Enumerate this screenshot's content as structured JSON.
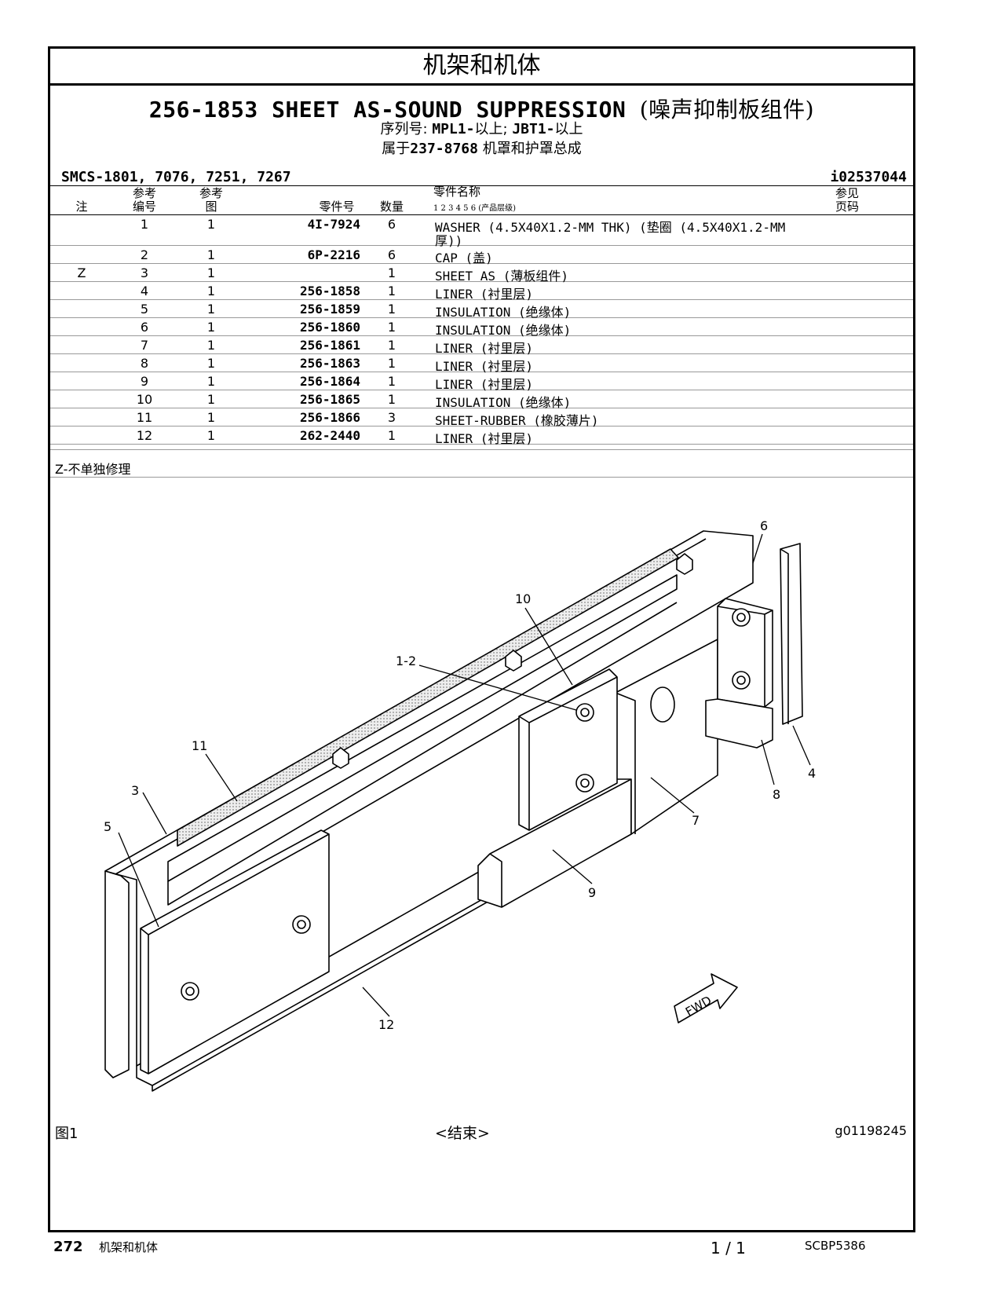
{
  "section_title": "机架和机体",
  "title": {
    "part_no": "256-1853",
    "name": "SHEET AS-SOUND SUPPRESSION",
    "name_cn": "(噪声抑制板组件)"
  },
  "serial_line": {
    "label": "序列号:",
    "s1": "MPL1-",
    "s1_suffix": "以上;",
    "s2": "JBT1-",
    "s2_suffix": "以上"
  },
  "belongs_line": {
    "prefix": "属于",
    "part_no": "237-8768",
    "suffix": "机罩和护罩总成"
  },
  "smcs": "SMCS-1801, 7076, 7251, 7267",
  "illustration_id": "i02537044",
  "table_headers": {
    "note": "注",
    "ref": "参考\n编号",
    "fig": "参考\n图",
    "part": "零件号",
    "qty": "数量",
    "name": "零件名称",
    "levels": "1 2 3 4 5 6 (产品层级)",
    "see_page": "参见\n页码"
  },
  "rows": [
    {
      "note": "",
      "ref": "1",
      "fig": "1",
      "pn": "4I-7924",
      "qty": "6",
      "name": "WASHER (4.5X40X1.2-MM THK) (垫圈 (4.5X40X1.2-MM",
      "name2": "厚))"
    },
    {
      "note": "",
      "ref": "2",
      "fig": "1",
      "pn": "6P-2216",
      "qty": "6",
      "name": "CAP (盖)"
    },
    {
      "note": "Z",
      "ref": "3",
      "fig": "1",
      "pn": "",
      "qty": "1",
      "name": "SHEET AS (薄板组件)"
    },
    {
      "note": "",
      "ref": "4",
      "fig": "1",
      "pn": "256-1858",
      "qty": "1",
      "name": "LINER (衬里层)"
    },
    {
      "note": "",
      "ref": "5",
      "fig": "1",
      "pn": "256-1859",
      "qty": "1",
      "name": "INSULATION (绝缘体)"
    },
    {
      "note": "",
      "ref": "6",
      "fig": "1",
      "pn": "256-1860",
      "qty": "1",
      "name": "INSULATION (绝缘体)"
    },
    {
      "note": "",
      "ref": "7",
      "fig": "1",
      "pn": "256-1861",
      "qty": "1",
      "name": "LINER (衬里层)"
    },
    {
      "note": "",
      "ref": "8",
      "fig": "1",
      "pn": "256-1863",
      "qty": "1",
      "name": "LINER (衬里层)"
    },
    {
      "note": "",
      "ref": "9",
      "fig": "1",
      "pn": "256-1864",
      "qty": "1",
      "name": "LINER (衬里层)"
    },
    {
      "note": "",
      "ref": "10",
      "fig": "1",
      "pn": "256-1865",
      "qty": "1",
      "name": "INSULATION (绝缘体)"
    },
    {
      "note": "",
      "ref": "11",
      "fig": "1",
      "pn": "256-1866",
      "qty": "3",
      "name": "SHEET-RUBBER (橡胶薄片)"
    },
    {
      "note": "",
      "ref": "12",
      "fig": "1",
      "pn": "262-2440",
      "qty": "1",
      "name": "LINER (衬里层)"
    }
  ],
  "footnote": "Z-不单独修理",
  "callouts": [
    "6",
    "10",
    "1-2",
    "11",
    "3",
    "5",
    "4",
    "8",
    "7",
    "9",
    "12"
  ],
  "fwd_label": "FWD",
  "figure_label": "图1",
  "end_label": "<结束>",
  "graphic_id": "g01198245",
  "footer": {
    "page": "272",
    "section": "机架和机体",
    "page_of": "1 / 1",
    "doc": "SCBP5386"
  }
}
